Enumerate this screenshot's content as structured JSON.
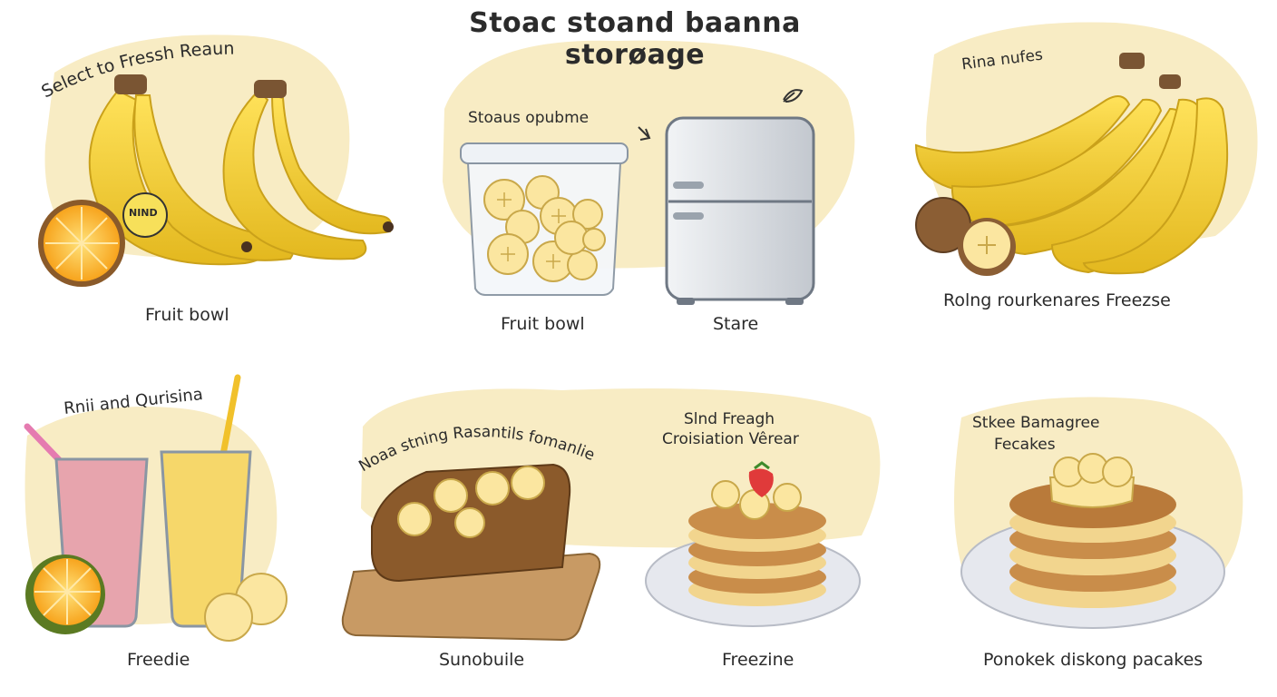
{
  "header": {
    "title_line1": "Stoac stoand baanna",
    "title_line2": "storøage"
  },
  "panels": {
    "fresh": {
      "label": "Select to Fressh Reaun",
      "sticker": "NIND",
      "caption": "Fruit bowl"
    },
    "storage": {
      "label": "Stoaus opubme",
      "caption_left": "Fruit bowl",
      "caption_right": "Stare"
    },
    "ripe": {
      "label": "Rina nufes",
      "caption": "Rolng rourkenares Freezse"
    },
    "smoothie": {
      "label": "Rnii and Qurisina",
      "caption": "Freedie"
    },
    "bread": {
      "label": "Noaa stning Rasantils fomanlie",
      "caption": "Sunobuile"
    },
    "pancakes_small": {
      "label_line1": "Slnd Freagh",
      "label_line2": "Croisiation Vêrear",
      "caption": "Freezine"
    },
    "pancakes_big": {
      "label_line1": "Stkee Bamagree",
      "label_line2": "Fecakes",
      "caption": "Ponokek diskong pacakes"
    }
  },
  "colors": {
    "blob": "#f8ecc4",
    "banana": "#f3d23b",
    "banana_shade": "#d9b21f",
    "stem": "#6b8e23",
    "tip": "#5a3e26",
    "orange": "#f7a41d",
    "smoothie_pink": "#e7a4ad",
    "smoothie_yellow": "#f6d76a",
    "bread": "#8b5a2b",
    "board": "#c89a64",
    "pancake": "#c98d4a",
    "plate": "#e6e8ee",
    "fridge": "#d9dde2"
  }
}
